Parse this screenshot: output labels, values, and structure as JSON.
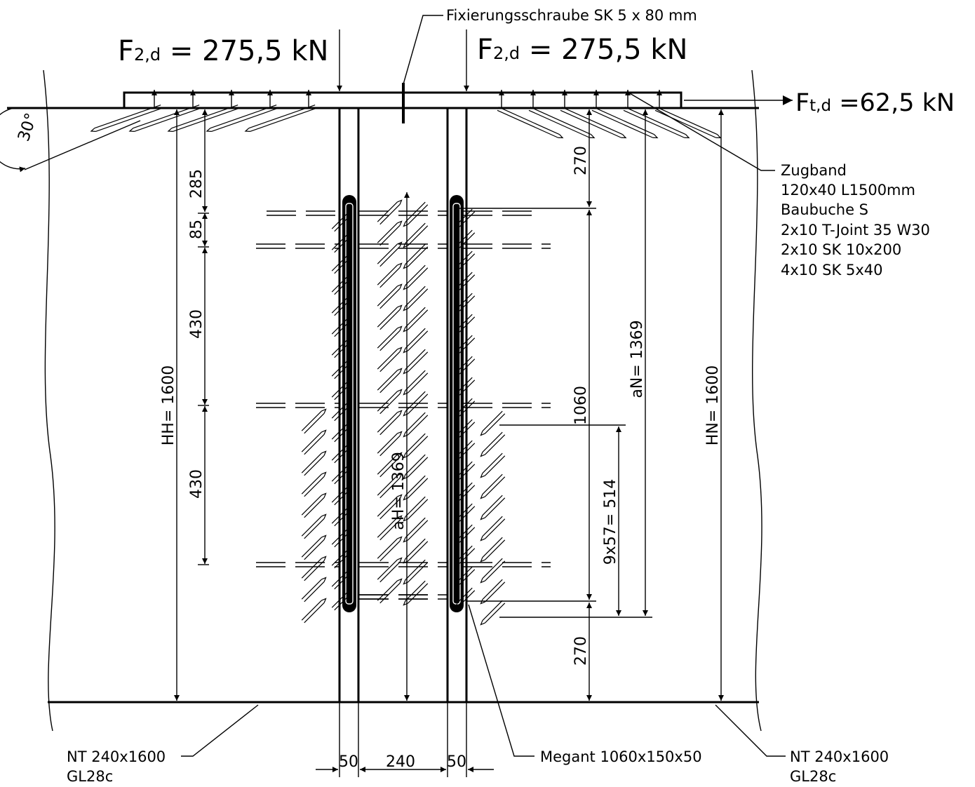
{
  "title": "",
  "loads": {
    "left_symbol": "F",
    "left_sub": "2,d",
    "left_value": " = 275,5 kN",
    "right_symbol": "F",
    "right_sub": "2,d",
    "right_value": " = 275,5 kN",
    "tension_symbol": "F",
    "tension_sub": "t,d",
    "tension_value": " =62,5 kN"
  },
  "labels": {
    "fixing_screw": "Fixierungsschraube SK 5 x 80 mm",
    "angle": "30°",
    "tie": [
      "Zugband",
      "120x40 L1500mm",
      "Baubuche S",
      "2x10 T-Joint 35 W30",
      "2x10 SK 10x200",
      "4x10 SK 5x40"
    ],
    "beam_left": [
      "NT 240x1600",
      "GL28c"
    ],
    "beam_right": [
      "NT 240x1600",
      "GL28c"
    ],
    "megant": "Megant 1060x150x50"
  },
  "dimensions": {
    "d285": "285",
    "d85": "85",
    "d430a": "430",
    "d430b": "430",
    "HH": "HH=  1600",
    "aH": "aH=  1369",
    "d270_top": "270",
    "d1060": "1060",
    "aN": "aN=  1369",
    "d514": "9x57=  514",
    "d270_bot": "270",
    "HN": "HN=  1600",
    "b50_left": "50",
    "b240": "240",
    "b50_right": "50"
  }
}
